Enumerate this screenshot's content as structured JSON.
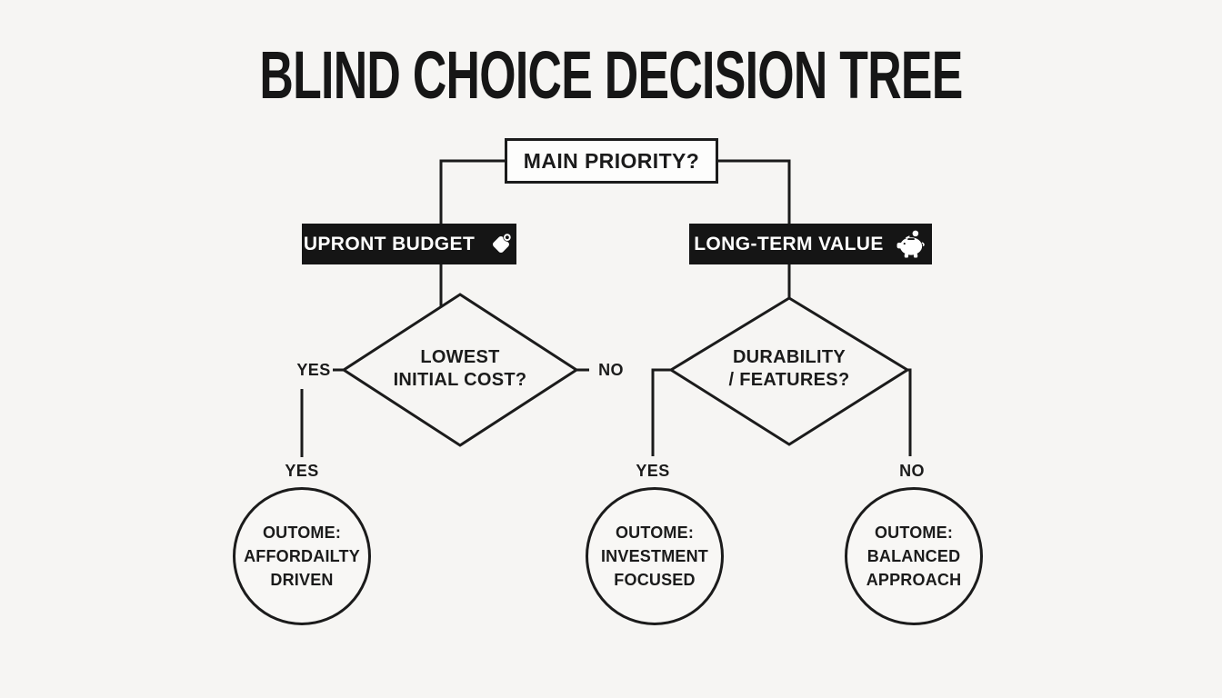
{
  "title": "BLIND CHOICE DECISION TREE",
  "root": {
    "label": "MAIN PRIORITY?"
  },
  "branch_left": {
    "label": "UPRONT BUDGET",
    "icon": "price-tag-icon"
  },
  "branch_right": {
    "label": "LONG-TERM VALUE",
    "icon": "piggy-bank-icon"
  },
  "decision_left": {
    "line1": "LOWEST",
    "line2": "INITIAL COST?",
    "yes": "YES",
    "no": "NO"
  },
  "decision_right": {
    "line1": "DURABILITY",
    "line2": "/ FEATURES?"
  },
  "edge_labels": {
    "left_outcome": "YES",
    "mid_outcome": "YES",
    "right_outcome": "NO"
  },
  "outcomes": [
    {
      "line1": "OUTOME:",
      "line2": "AFFORDAILTY",
      "line3": "DRIVEN"
    },
    {
      "line1": "OUTOME:",
      "line2": "INVESTMENT",
      "line3": "FOCUSED"
    },
    {
      "line1": "OUTOME:",
      "line2": "BALANCED",
      "line3": "APPROACH"
    }
  ],
  "colors": {
    "background": "#f6f5f3",
    "ink": "#1b1b1b",
    "panel": "#151515",
    "panel_text": "#ffffff"
  }
}
